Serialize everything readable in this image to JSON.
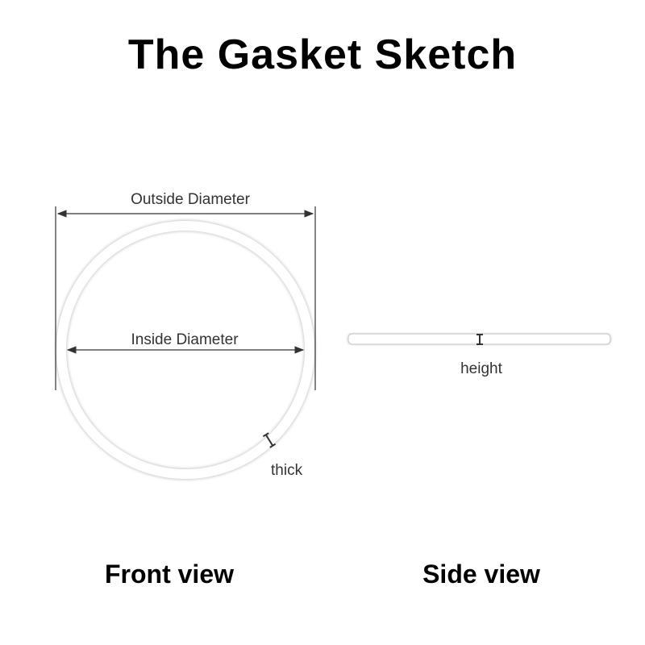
{
  "title": "The Gasket Sketch",
  "front_view": {
    "outside_label": "Outside Diameter",
    "inside_label": "Inside Diameter",
    "thick_label": "thick",
    "caption": "Front view"
  },
  "side_view": {
    "height_label": "height",
    "caption": "Side view"
  },
  "colors": {
    "gasket_fill": "#ffffff",
    "gasket_edge": "#d8d8d8",
    "dimension_line": "#333333"
  }
}
